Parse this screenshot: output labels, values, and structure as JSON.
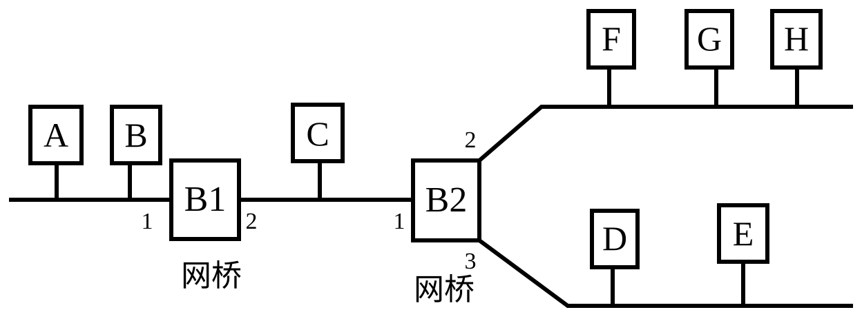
{
  "hosts": {
    "A": "A",
    "B": "B",
    "C": "C",
    "D": "D",
    "E": "E",
    "F": "F",
    "G": "G",
    "H": "H"
  },
  "bridges": {
    "b1": {
      "label": "B1",
      "port1": "1",
      "port2": "2",
      "caption": "网桥"
    },
    "b2": {
      "label": "B2",
      "port1": "1",
      "port2": "2",
      "port3": "3",
      "caption": "网桥"
    }
  }
}
